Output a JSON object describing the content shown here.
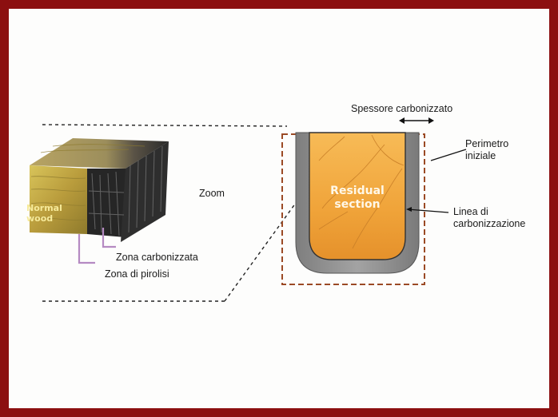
{
  "diagram": {
    "labels": {
      "normal_wood": "Normal wood",
      "zoom": "Zoom",
      "zona_carbonizzata": "Zona carbonizzata",
      "zona_pirolisi": "Zona di pirolisi",
      "spessore": "Spessore carbonizzato",
      "perimetro_line1": "Perimetro",
      "perimetro_line2": "iniziale",
      "residual_line1": "Residual",
      "residual_line2": "section",
      "linea_line1": "Linea di",
      "linea_line2": "carbonizzazione"
    },
    "colors": {
      "frame": "#8c0f10",
      "background": "#fdfdfc",
      "char_layer": "#9a9a9a",
      "residual_fill": "#f2ad3f",
      "initial_perimeter": "#9b4a25",
      "wood": "#c9b24a",
      "charred_wood": "#1e1e1e",
      "bracket": "#b58ac2"
    }
  }
}
